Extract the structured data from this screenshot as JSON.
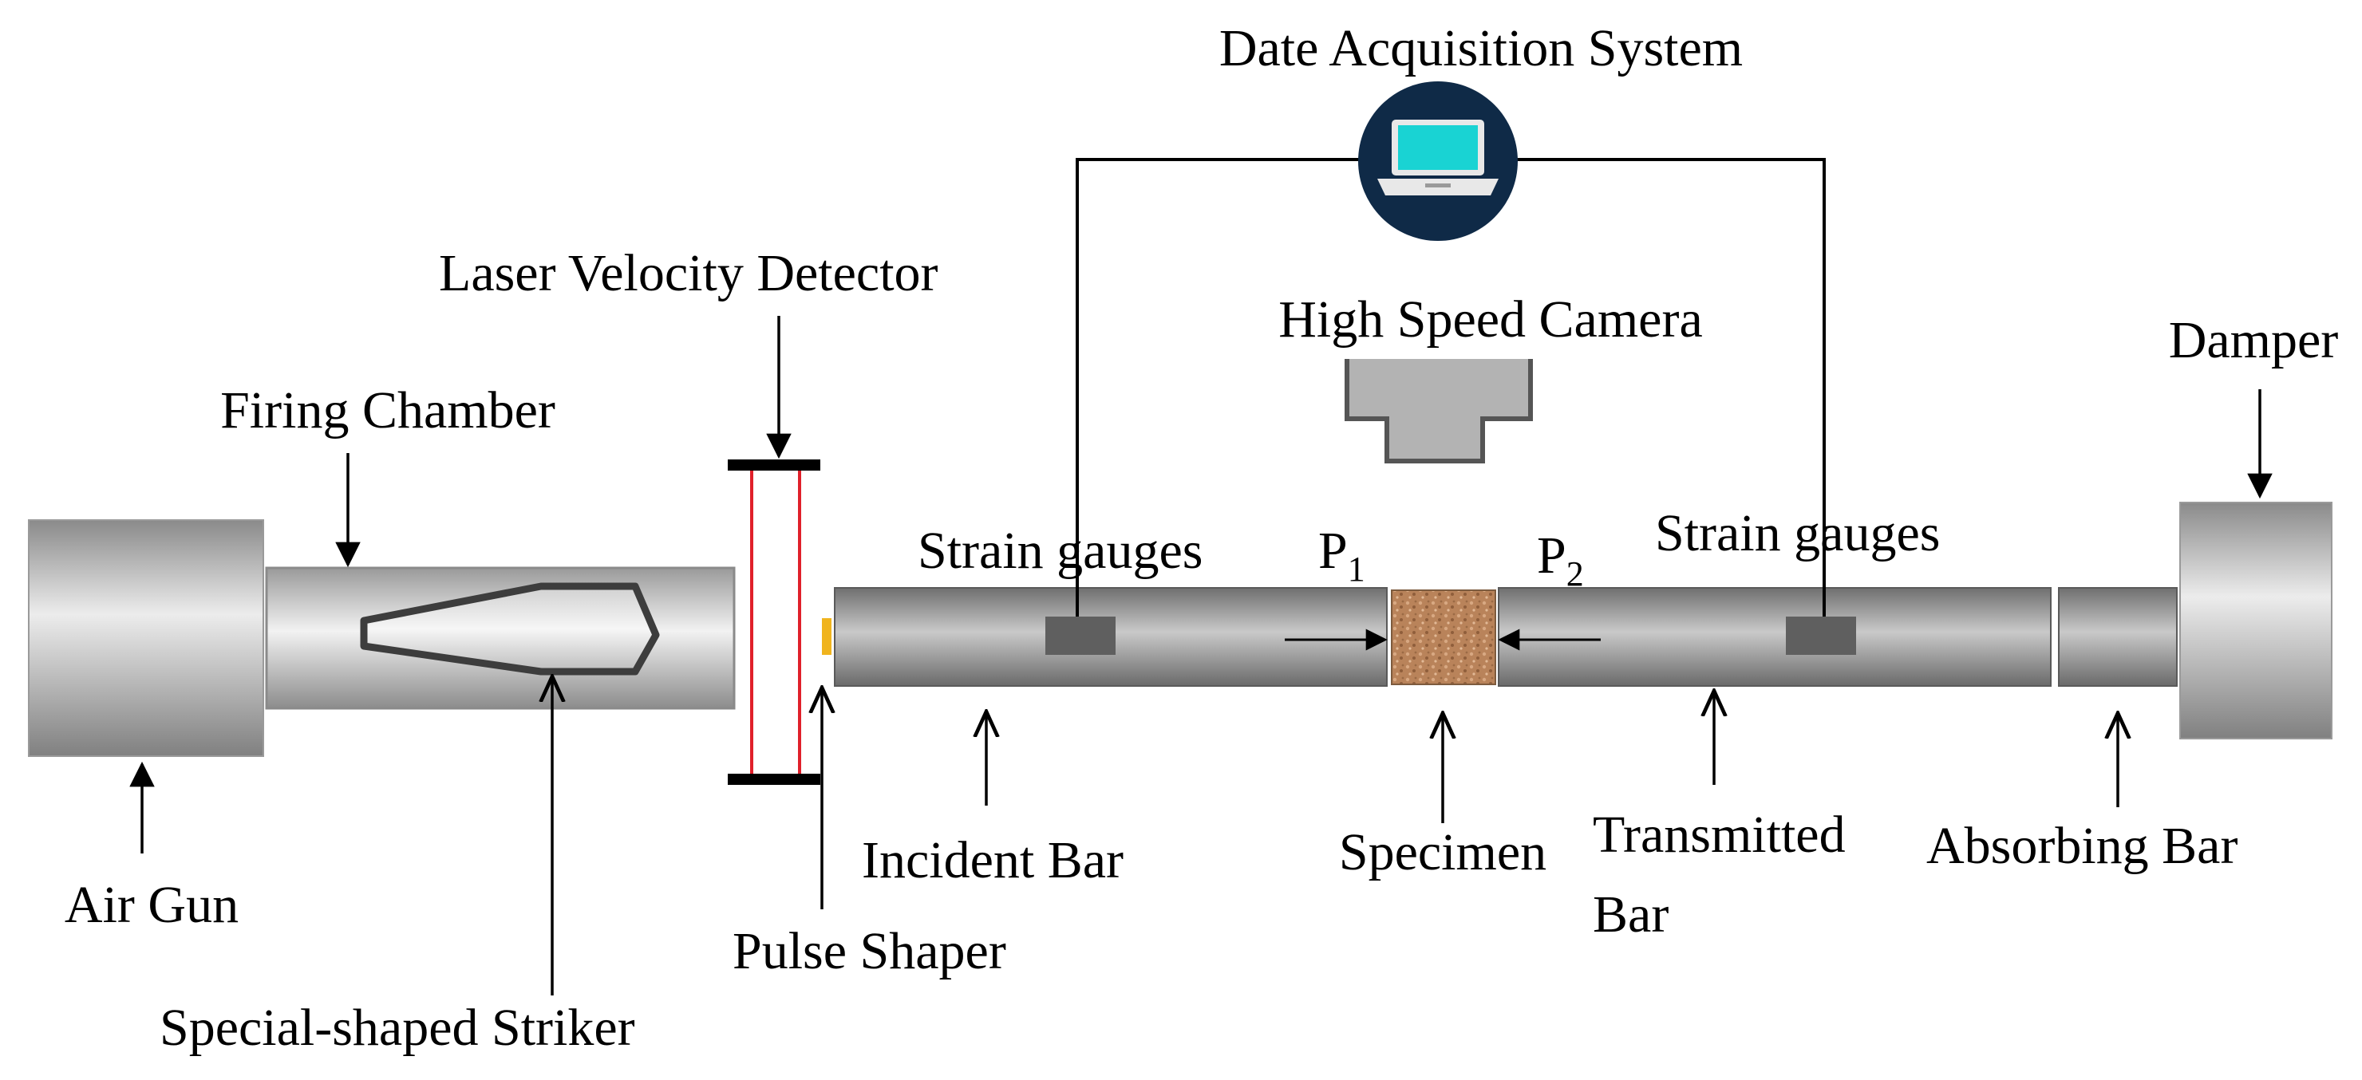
{
  "labels": {
    "daq": "Date Acquisition System",
    "laser": "Laser Velocity Detector",
    "camera": "High Speed Camera",
    "damper": "Damper",
    "firing_chamber": "Firing Chamber",
    "strain_gauges_left": "Strain gauges",
    "strain_gauges_right": "Strain gauges",
    "p1": "P",
    "p1_sub": "1",
    "p2": "P",
    "p2_sub": "2",
    "air_gun": "Air Gun",
    "striker": "Special-shaped Striker",
    "incident_bar": "Incident Bar",
    "pulse_shaper": "Pulse Shaper",
    "specimen": "Specimen",
    "transmitted_bar_line1": "Transmitted",
    "transmitted_bar_line2": "Bar",
    "absorbing_bar": "Absorbing Bar"
  },
  "icons": {
    "daq": "laptop-icon",
    "camera": "high-speed-camera-icon"
  },
  "colors": {
    "bar_dark": "#6f6f6f",
    "bar_light": "#c9c9c9",
    "gun_light": "#e6e6e6",
    "laser_lines": "#e0202a",
    "pulse_shaper": "#f0b41e",
    "specimen": "#b9835a",
    "gauge": "#5f5f5f",
    "laptop_circle": "#0f2a47",
    "laptop_screen": "#19d3d3"
  }
}
